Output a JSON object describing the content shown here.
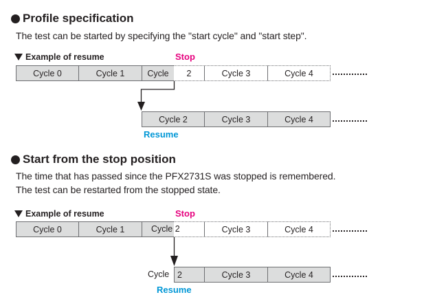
{
  "section1": {
    "title": "Profile specification",
    "description": "The test can be started by specifying the \"start cycle\" and \"start step\".",
    "example_label": "Example of resume",
    "stop_label": "Stop",
    "resume_label": "Resume",
    "row1": {
      "cells": [
        "Cycle 0",
        "Cycle 1",
        "Cycle",
        "2",
        "Cycle 3",
        "Cycle 4"
      ],
      "continuation": "..............."
    },
    "row2": {
      "cells": [
        "Cycle 2",
        "Cycle 3",
        "Cycle 4"
      ],
      "continuation": "..............."
    }
  },
  "section2": {
    "title": "Start from the stop position",
    "description_line1": "The time that has passed since the PFX2731S was stopped is remembered.",
    "description_line2": "The test can be restarted from the stopped state.",
    "example_label": "Example of resume",
    "stop_label": "Stop",
    "resume_label": "Resume",
    "row1": {
      "cells": [
        "Cycle 0",
        "Cycle 1",
        "Cycle 2",
        "",
        "Cycle 3",
        "Cycle 4"
      ],
      "continuation": "..............."
    },
    "row2": {
      "prefix": "Cycle",
      "cells": [
        "2",
        "Cycle 3",
        "Cycle 4"
      ],
      "continuation": "..............."
    }
  },
  "colors": {
    "stop": "#e6007e",
    "resume": "#0097d6",
    "completed_fill": "#dcdddd",
    "border": "#6d6e71",
    "text": "#231f20"
  }
}
